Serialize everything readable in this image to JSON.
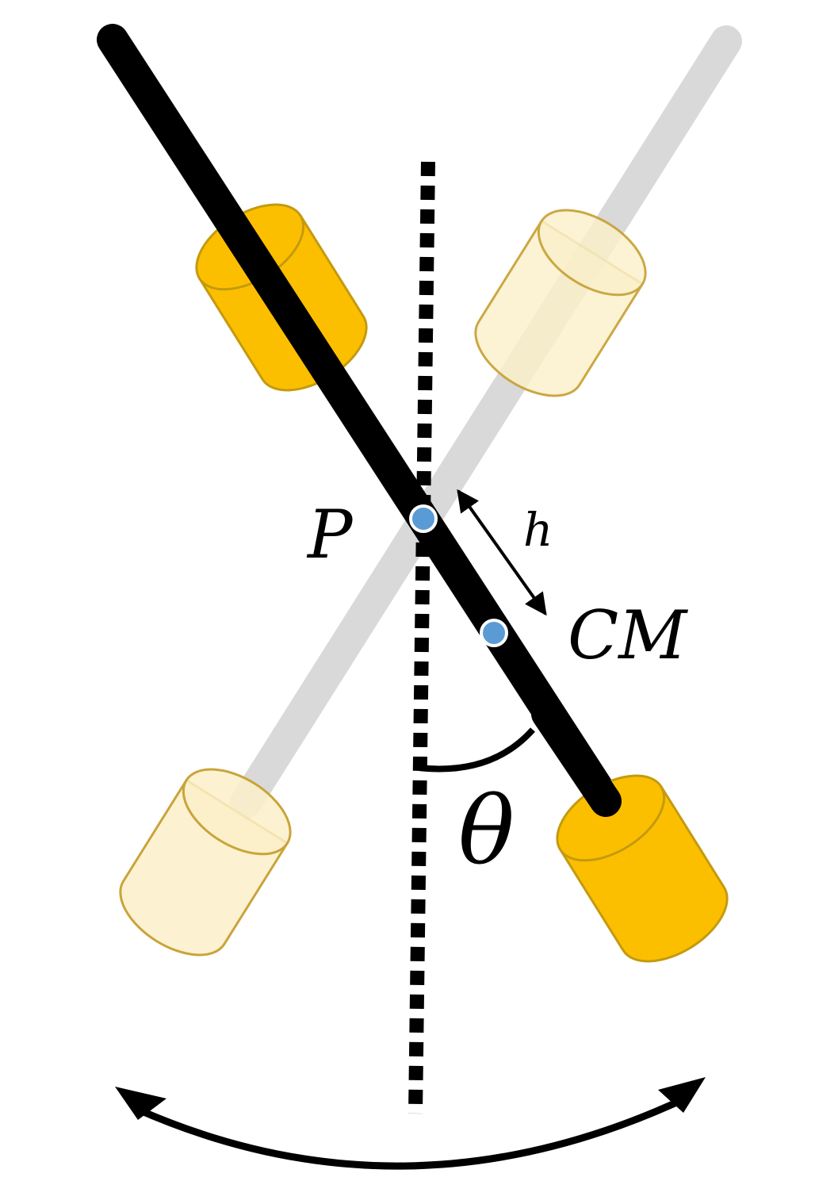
{
  "labels": {
    "pivot": "P",
    "offset": "h",
    "center_of_mass": "CM",
    "angle": "θ"
  },
  "colors": {
    "rod": "#000000",
    "ghost_rod": "#d9d9d9",
    "weight_fill": "#fcbf00",
    "weight_stroke": "#c49a10",
    "ghost_weight_fill": "#fdf0c8",
    "ghost_weight_stroke": "#c9a43a",
    "point": "#5b9bd5",
    "vertical_line": "#000000"
  }
}
